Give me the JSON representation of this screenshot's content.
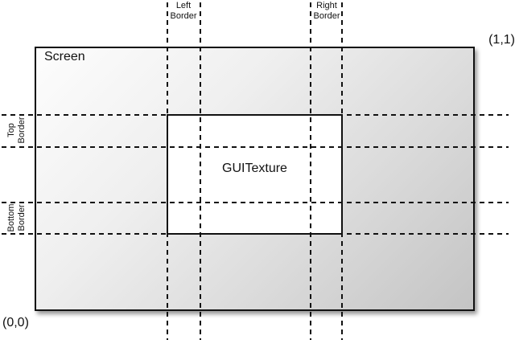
{
  "diagram": {
    "title_context": "GUITexture border diagram",
    "screen_label": "Screen",
    "texture_label": "GUITexture",
    "coord_top_right": "(1,1)",
    "coord_bottom_left": "(0,0)",
    "labels": {
      "left_border_1": "Left",
      "left_border_2": "Border",
      "right_border_1": "Right",
      "right_border_2": "Border",
      "top_border_1": "Top",
      "top_border_2": "Border",
      "bottom_border_1": "Bottom",
      "bottom_border_2": "Border"
    },
    "colors": {
      "line": "#111111",
      "screen_fill_light": "#fdfdfd",
      "screen_fill_dark": "#c4c4c4",
      "texture_fill": "#ffffff",
      "background": "#ffffff"
    }
  }
}
